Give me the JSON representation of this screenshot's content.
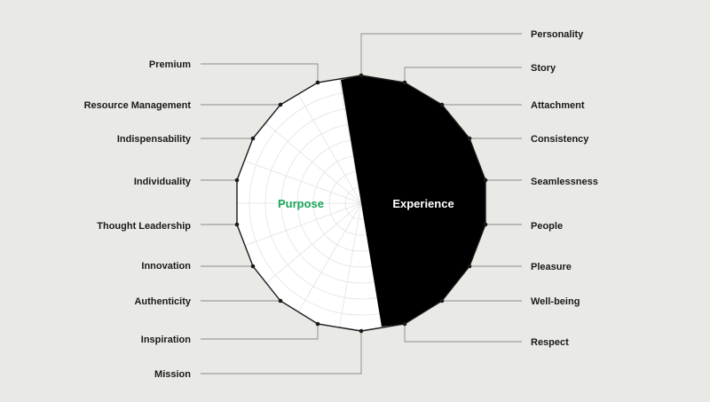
{
  "diagram": {
    "center_left_label": "Purpose",
    "center_right_label": "Experience",
    "left_labels": [
      "Premium",
      "Resource Management",
      "Indispensability",
      "Individuality",
      "Thought Leadership",
      "Innovation",
      "Authenticity",
      "Inspiration",
      "Mission"
    ],
    "right_labels": [
      "Personality",
      "Story",
      "Attachment",
      "Consistency",
      "Seamlessness",
      "People",
      "Pleasure",
      "Well-being",
      "Respect"
    ],
    "colors": {
      "background": "#e9e9e5",
      "left_fill": "#ffffff",
      "right_fill": "#000000",
      "purpose_text": "#1aa85a",
      "experience_text": "#ffffff",
      "outline": "#1a1a1a",
      "leader_line": "#8a8a8a",
      "grid": "#e2e2e2"
    }
  }
}
